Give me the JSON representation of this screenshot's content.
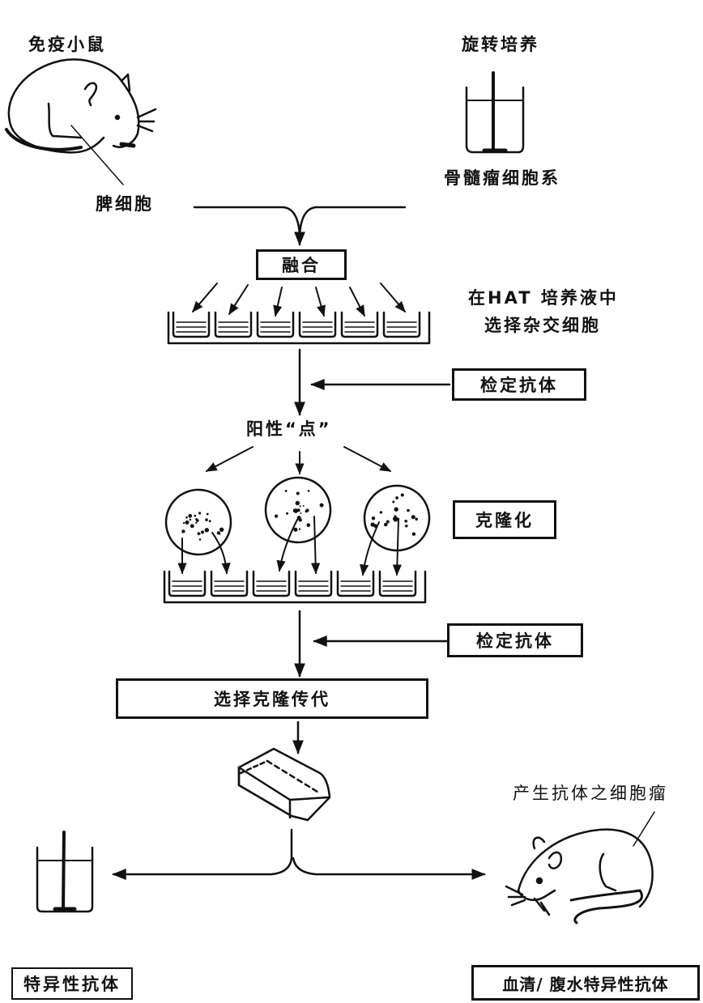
{
  "title": "单克隆抗体制备流程",
  "labels": {
    "immunized_mouse": "免疫小鼠",
    "spleen_cells": "脾细胞",
    "spinner_culture": "旋转培养",
    "myeloma_cells": "骨髓瘤细胞系",
    "fusion": "融合",
    "hat_selection_line1": "在HAT 培养液中",
    "hat_selection_line2": "选择杂交细胞",
    "assay_antibody_1": "检定抗体",
    "positive_spots": "阳性“点”",
    "cloning": "克隆化",
    "assay_antibody_2": "检定抗体",
    "select_clone_subculture": "选择克隆传代",
    "antibody_producing_tumor": "产生抗体之细胞瘤",
    "specific_antibody": "特异性抗体",
    "serum_ascites_antibody": "血清/ 腹水特异性抗体"
  },
  "icons": {
    "mouse_top": "mouse-icon",
    "spinner_flask_top": "spinner-flask-icon",
    "culture_plate": "multiwell-plate-icon",
    "colony_dish": "petri-dish-icon",
    "culture_flask": "culture-flask-icon",
    "spinner_flask_bottom": "spinner-flask-icon",
    "mouse_bottom": "mouse-icon"
  }
}
